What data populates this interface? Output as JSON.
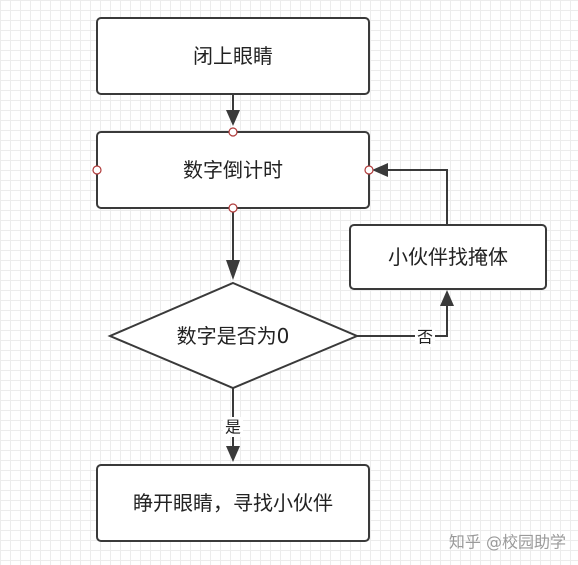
{
  "nodes": {
    "close_eyes": "闭上眼睛",
    "countdown": "数字倒计时",
    "hide": "小伙伴找掩体",
    "decision": "数字是否为0",
    "open_eyes": "睁开眼睛，寻找小伙伴"
  },
  "edges": {
    "no_label": "否",
    "yes_label": "是"
  },
  "watermark": "知乎 @校园助学",
  "colors": {
    "stroke": "#3a3a3a",
    "port": "#b03a3a",
    "grid": "#ececec"
  }
}
